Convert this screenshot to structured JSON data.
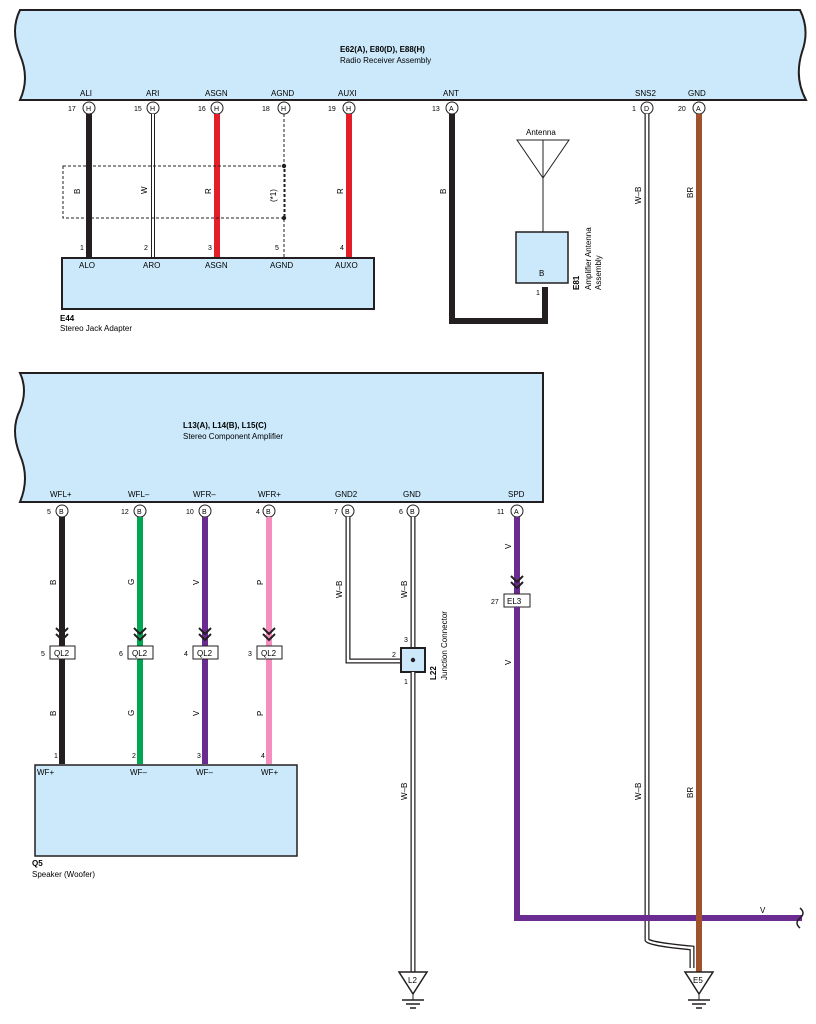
{
  "colors": {
    "block_fill": "#cbe9fb",
    "black_wire": "#231f20",
    "red_wire": "#e31e2a",
    "green_wire": "#00a651",
    "violet_wire": "#6a2c91",
    "pink_wire": "#f48fbe",
    "brown_wire": "#a0522d",
    "white_wire": "#ffffff"
  },
  "radio": {
    "codes": "E62(A), E80(D), E88(H)",
    "name": "Radio Receiver Assembly",
    "pins": [
      {
        "label": "ALI",
        "num": "17",
        "conn": "H",
        "wire": "B"
      },
      {
        "label": "ARI",
        "num": "15",
        "conn": "H",
        "wire": "W"
      },
      {
        "label": "ASGN",
        "num": "16",
        "conn": "H",
        "wire": "R"
      },
      {
        "label": "AGND",
        "num": "18",
        "conn": "H",
        "wire": "(*1)"
      },
      {
        "label": "AUXI",
        "num": "19",
        "conn": "H",
        "wire": "R"
      },
      {
        "label": "ANT",
        "num": "13",
        "conn": "A",
        "wire": "B"
      },
      {
        "label": "SNS2",
        "num": "1",
        "conn": "D",
        "wire": "W–B"
      },
      {
        "label": "GND",
        "num": "20",
        "conn": "A",
        "wire": "BR"
      }
    ]
  },
  "jack": {
    "code": "E44",
    "name": "Stereo Jack Adapter",
    "pins": [
      {
        "label": "ALO",
        "num": "1"
      },
      {
        "label": "ARO",
        "num": "2"
      },
      {
        "label": "ASGN",
        "num": "3"
      },
      {
        "label": "AGND",
        "num": "5"
      },
      {
        "label": "AUXO",
        "num": "4"
      }
    ]
  },
  "antenna": {
    "label": "Antenna",
    "code": "E81",
    "name_line1": "Amplifier Antenna",
    "name_line2": "Assembly",
    "conn": "B",
    "pin": "1"
  },
  "amplifier": {
    "codes": "L13(A), L14(B), L15(C)",
    "name": "Stereo Component Amplifier",
    "pins": [
      {
        "label": "WFL+",
        "num": "5",
        "conn": "B",
        "wire": "B"
      },
      {
        "label": "WFL–",
        "num": "12",
        "conn": "B",
        "wire": "G"
      },
      {
        "label": "WFR–",
        "num": "10",
        "conn": "B",
        "wire": "V"
      },
      {
        "label": "WFR+",
        "num": "4",
        "conn": "B",
        "wire": "P"
      },
      {
        "label": "GND2",
        "num": "7",
        "conn": "B",
        "wire": "W–B"
      },
      {
        "label": "GND",
        "num": "6",
        "conn": "B",
        "wire": "W–B"
      },
      {
        "label": "SPD",
        "num": "11",
        "conn": "A",
        "wire": "V"
      }
    ]
  },
  "ql2": {
    "name": "QL2",
    "pins": [
      "5",
      "6",
      "4",
      "3"
    ]
  },
  "el3": {
    "name": "EL3",
    "pin": "27"
  },
  "junction": {
    "code": "L22",
    "name": "Junction Connector",
    "pins": [
      "3",
      "2",
      "1"
    ]
  },
  "speaker": {
    "code": "Q5",
    "name": "Speaker (Woofer)",
    "pins": [
      {
        "label": "WF+",
        "num": "1",
        "wire": "B"
      },
      {
        "label": "WF–",
        "num": "2",
        "wire": "G"
      },
      {
        "label": "WF–",
        "num": "3",
        "wire": "V"
      },
      {
        "label": "WF+",
        "num": "4",
        "wire": "P"
      }
    ]
  },
  "lower_wires": {
    "gnd_drop": "W–B",
    "sns2_lower": "W–B",
    "br_lower": "BR",
    "spd_lower": "V",
    "bus": "V"
  },
  "grounds": {
    "left": "L2",
    "right": "E5"
  }
}
